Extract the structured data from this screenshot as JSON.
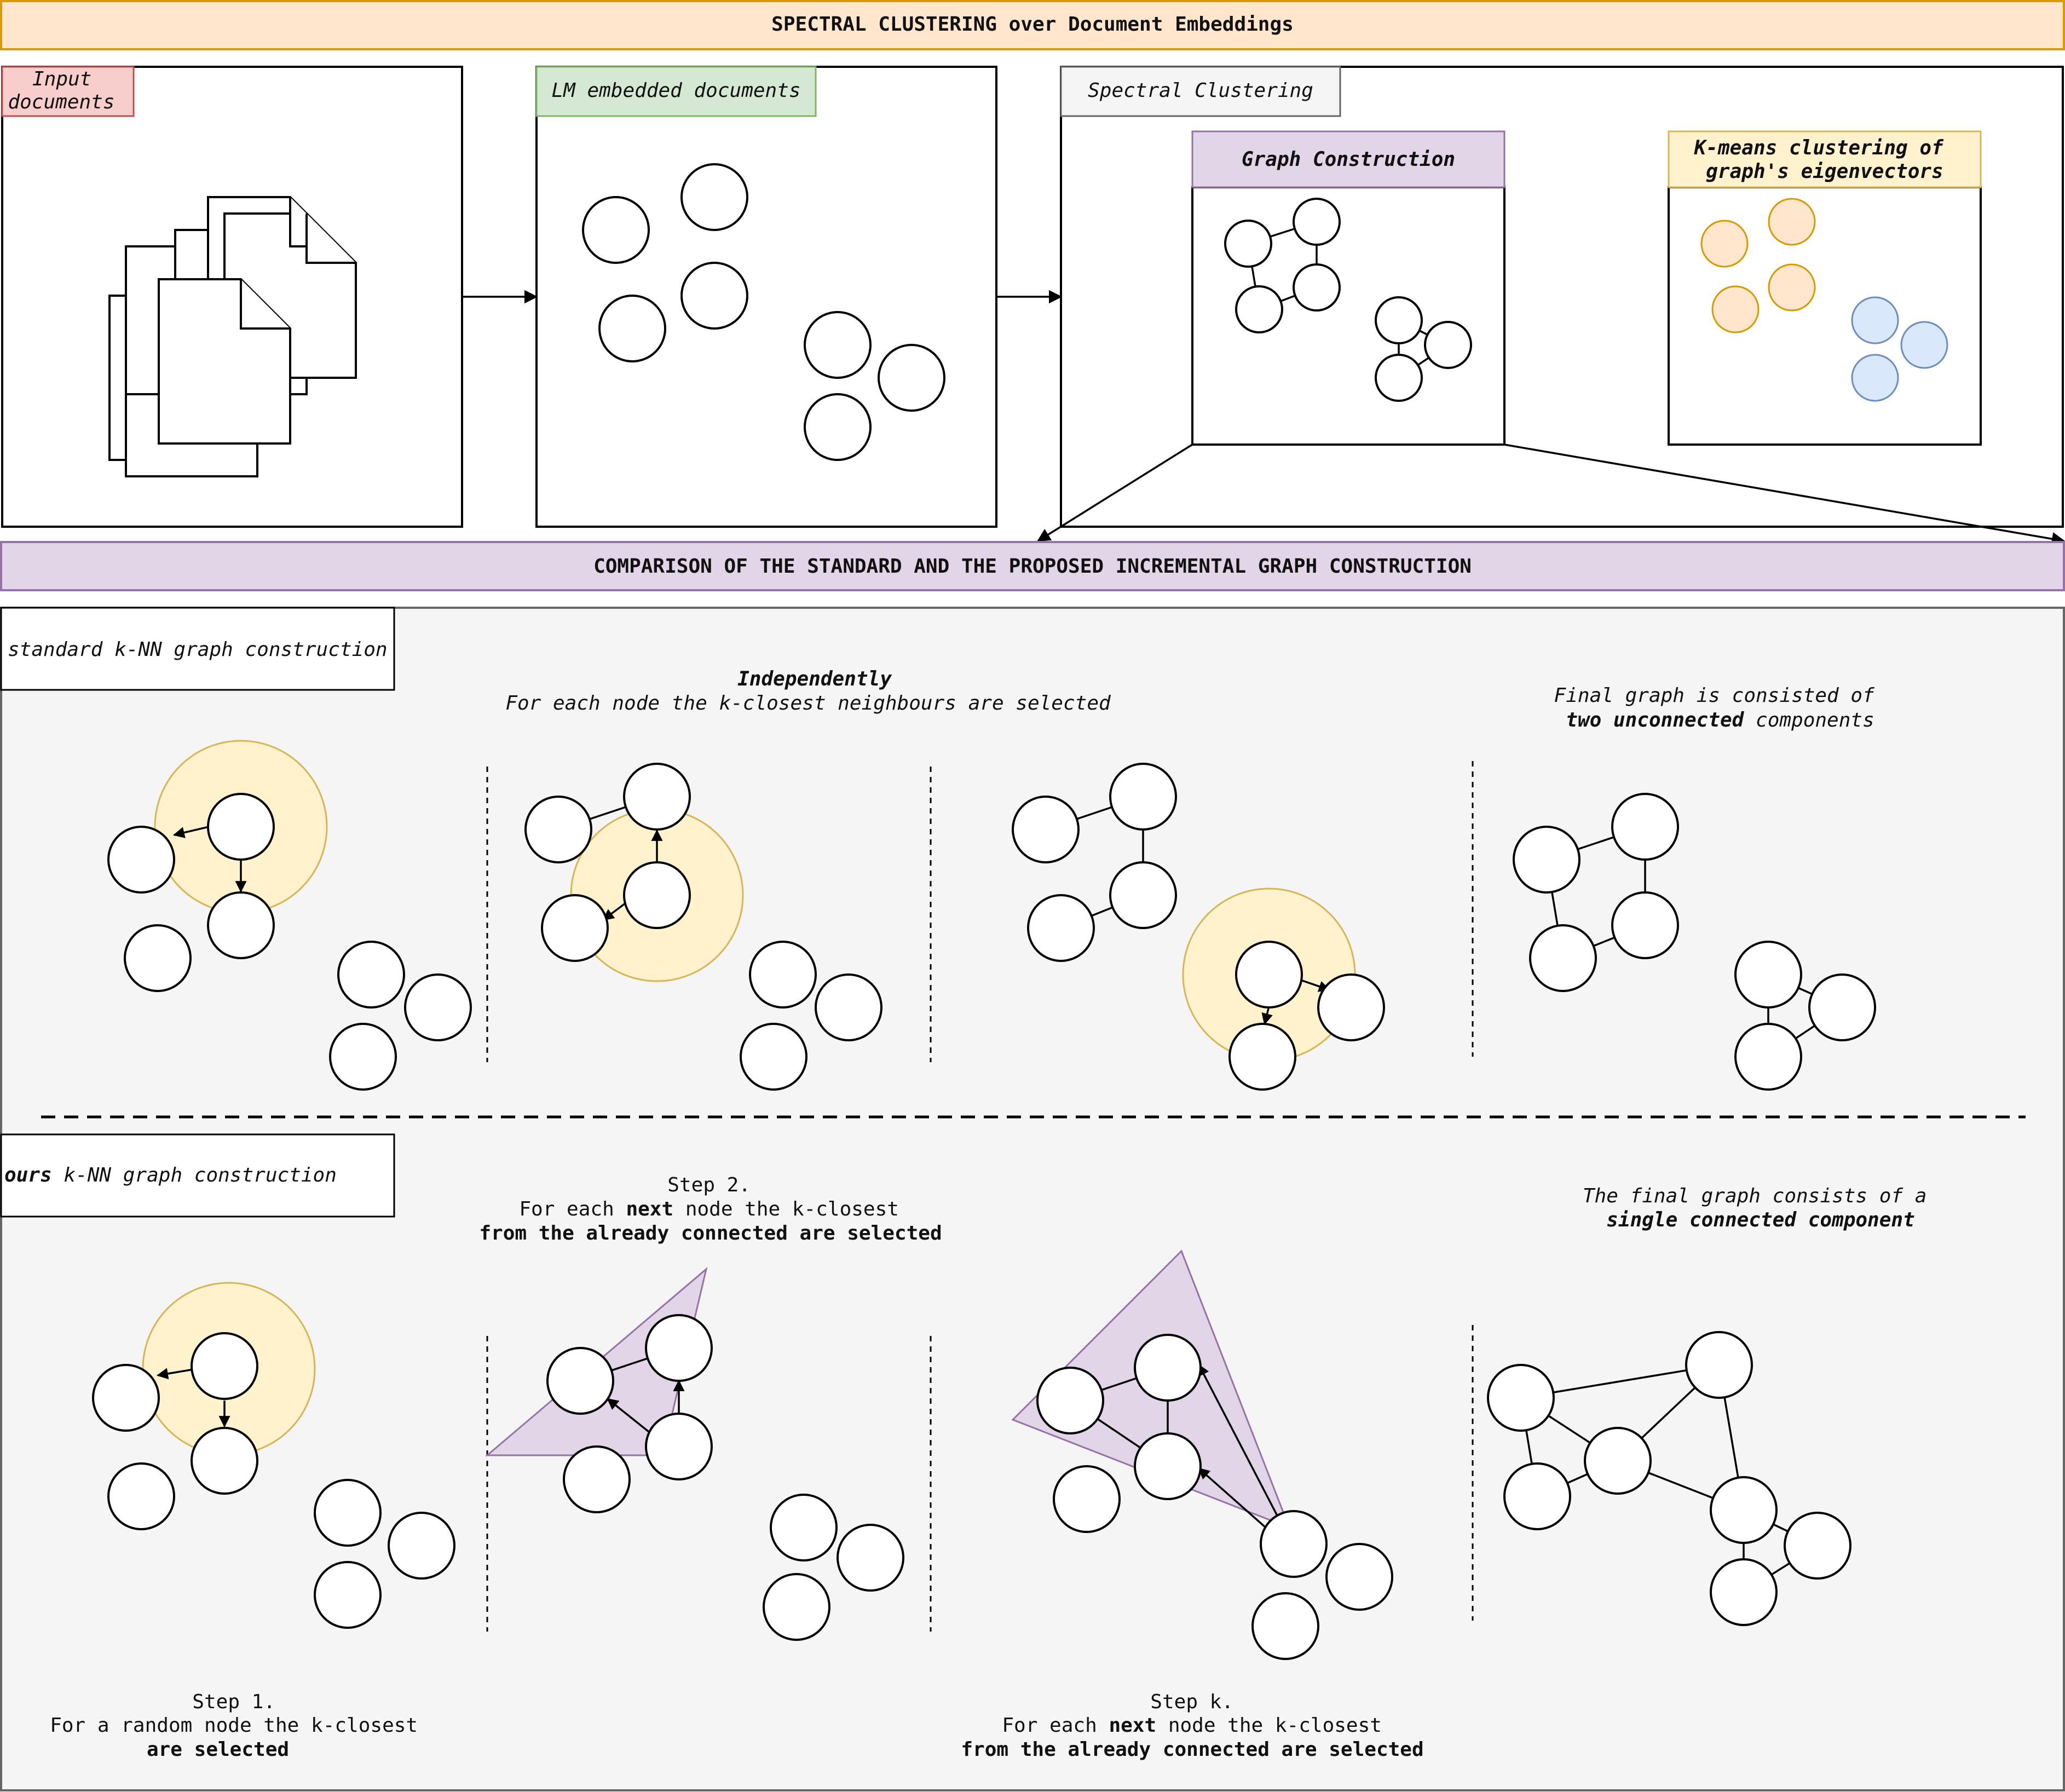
{
  "header_title": "SPECTRAL CLUSTERING over Document Embeddings",
  "panel_input": {
    "label_lines": [
      "Input",
      "documents"
    ]
  },
  "panel_embedded": {
    "label": "LM embedded documents"
  },
  "panel_spectral": {
    "label": "Spectral Clustering",
    "graph_construction": "Graph Construction",
    "kmeans_lines": [
      "K-means clustering of",
      "graph's eigenvectors"
    ]
  },
  "comparison_title": "COMPARISON OF THE STANDARD AND THE PROPOSED INCREMENTAL GRAPH CONSTRUCTION",
  "standard": {
    "label": "standard k-NN graph construction",
    "independently": "Independently",
    "independently_desc": "For each node the k-closest neighbours are selected",
    "final_line1": "Final graph is consisted of",
    "final_line2_bold": "two unconnected",
    "final_line2_rest": " components"
  },
  "ours": {
    "label_bold": "ours",
    "label_rest": " k-NN graph construction",
    "step2_title": "Step 2.",
    "step2_line1_pre": "For each ",
    "step2_line1_bold": "next",
    "step2_line1_post": " node the k-closest",
    "step2_line2": "from the already connected are selected",
    "final_line1": "The final graph consists of a",
    "final_line2": "single connected component",
    "step1_title": "Step 1.",
    "step1_line1": "For a random node the k-closest",
    "step1_line2": "are selected",
    "stepk_title": "Step k.",
    "stepk_line1_pre": "For each ",
    "stepk_line1_bold": "next",
    "stepk_line1_post": " node the k-closest",
    "stepk_line2": "from the already connected are selected"
  },
  "colors": {
    "header_fill": "#ffe6cc",
    "header_stroke": "#d79b00",
    "red_fill": "#f8cecc",
    "red_stroke": "#b85450",
    "green_fill": "#d5e8d4",
    "green_stroke": "#82b366",
    "grey_fill": "#f5f5f5",
    "grey_stroke": "#666666",
    "purple_fill": "#e1d5e7",
    "purple_stroke": "#9673a6",
    "yellow_fill": "#fff2cc",
    "yellow_stroke": "#d6b656",
    "orange_node_fill": "#ffe6cc",
    "orange_node_stroke": "#d79b00",
    "blue_node_fill": "#dae8fc",
    "blue_node_stroke": "#6c8ebf"
  }
}
